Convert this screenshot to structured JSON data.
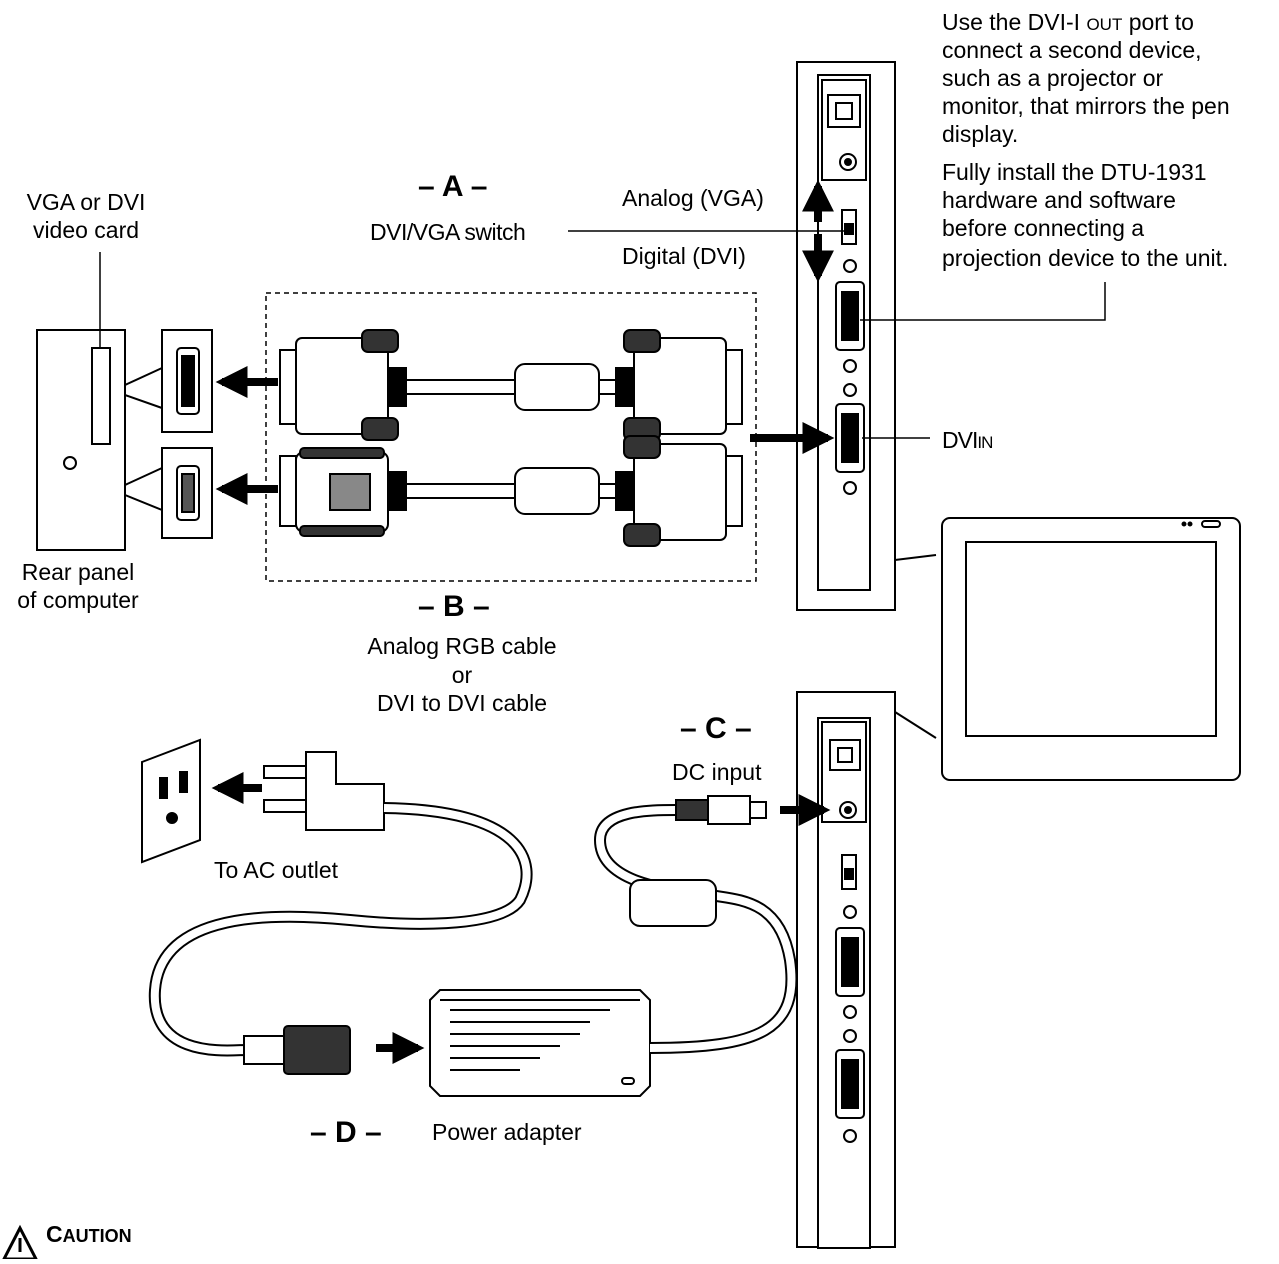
{
  "labels": {
    "note_line1": "Use the DVI-I",
    "note_out": "OUT",
    "note_line1b": "port to",
    "note_line2": "connect a second device,",
    "note_line3": "such as a projector or",
    "note_line4": "monitor, that mirrors the pen",
    "note_line5": "display.",
    "note2_line1": "Fully install the DTU-1931",
    "note2_line2": "hardware and software",
    "note2_line3": "before connecting a",
    "note2_line4": "projection device to the unit.",
    "section_a": "– A –",
    "switch_label": "DVI/VGA switch",
    "analog_vga": "Analog (VGA)",
    "digital_dvi": "Digital (DVI)",
    "video_card_1": "VGA or DVI",
    "video_card_2": "video card",
    "rear_panel_1": "Rear panel",
    "rear_panel_2": "of computer",
    "dvi_in_main": "DVI",
    "dvi_in_small": "IN",
    "section_b": "– B –",
    "cable_1": "Analog RGB cable",
    "cable_2": "or",
    "cable_3": "DVI to DVI cable",
    "section_c": "– C –",
    "dc_input": "DC input",
    "ac_outlet": "To AC outlet",
    "section_d": "– D –",
    "power_adapter": "Power adapter",
    "caution_c": "C",
    "caution_rest": "AUTION"
  },
  "icons": {
    "caution": "warning-triangle-icon"
  },
  "colors": {
    "line": "#000000",
    "fill_dark": "#222222",
    "fill_mid": "#7a7a7a",
    "fill_light": "#e6e6e6",
    "paper": "#ffffff"
  }
}
